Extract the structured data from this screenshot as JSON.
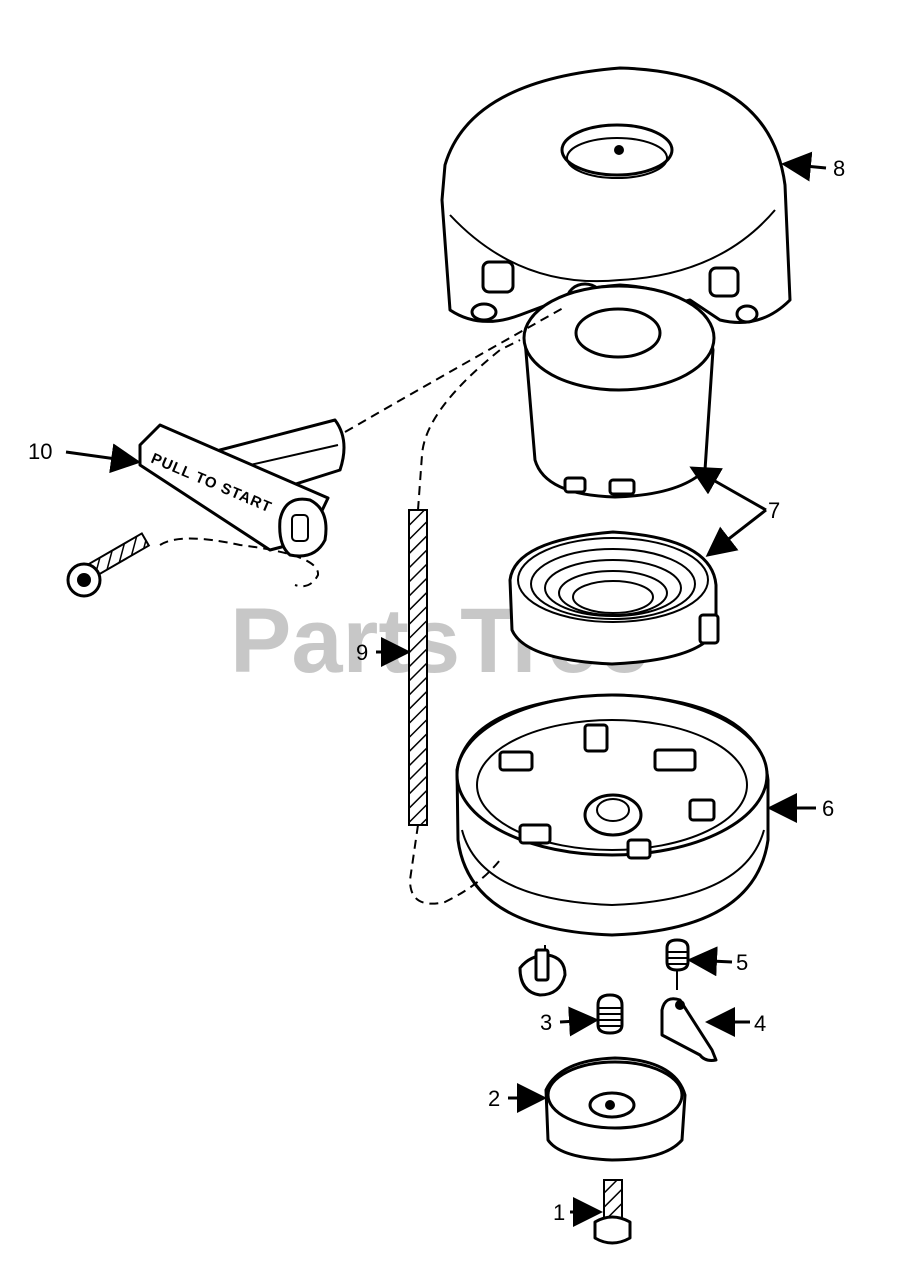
{
  "watermark": "PartsTree",
  "handle_text": "PULL TO START",
  "callouts": [
    {
      "id": "1",
      "label": "1"
    },
    {
      "id": "2",
      "label": "2"
    },
    {
      "id": "3",
      "label": "3"
    },
    {
      "id": "4",
      "label": "4"
    },
    {
      "id": "5",
      "label": "5"
    },
    {
      "id": "6",
      "label": "6"
    },
    {
      "id": "7",
      "label": "7"
    },
    {
      "id": "8",
      "label": "8"
    },
    {
      "id": "9",
      "label": "9"
    },
    {
      "id": "10",
      "label": "10"
    }
  ]
}
